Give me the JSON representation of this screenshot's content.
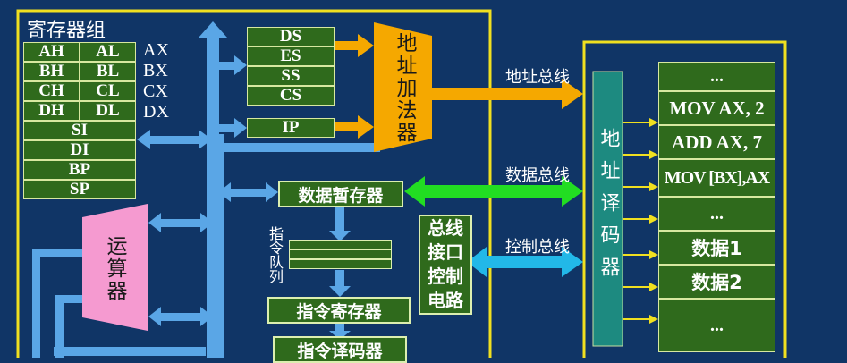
{
  "register_group": {
    "title": "寄存器组",
    "general_left": [
      "AH",
      "BH",
      "CH",
      "DH"
    ],
    "general_right": [
      "AL",
      "BL",
      "CL",
      "DL"
    ],
    "general_names": [
      "AX",
      "BX",
      "CX",
      "DX"
    ],
    "index_regs": [
      "SI",
      "DI",
      "BP",
      "SP"
    ]
  },
  "segment_regs": [
    "DS",
    "ES",
    "SS",
    "CS"
  ],
  "ip_reg": "IP",
  "address_adder": "地址加法器",
  "alu": "运算器",
  "data_temp_reg": "数据暂存器",
  "instruction_queue": "指令队列",
  "instruction_reg": "指令寄存器",
  "instruction_decoder": "指令译码器",
  "bus_interface": "总线接口控制电路",
  "buses": {
    "address": "地址总线",
    "data": "数据总线",
    "control": "控制总线"
  },
  "address_decoder": "地址译码器",
  "memory_cells": [
    "...",
    "MOV AX, 2",
    "ADD AX, 7",
    "MOV [BX],AX",
    "...",
    "数据1",
    "数据2",
    "..."
  ],
  "colors": {
    "background": "#103566",
    "yellow_border": "#f0e020",
    "cell_green": "#2f6a1c",
    "cell_border": "#d8e8a0",
    "bus_blue": "#5aa6e6",
    "adder_orange": "#f5a800",
    "alu_pink": "#f59ad0",
    "data_bus_green": "#22dd22",
    "control_bus_cyan": "#22b8e8",
    "decoder_teal": "#1d8a80",
    "box_light": "#dcefb0"
  }
}
